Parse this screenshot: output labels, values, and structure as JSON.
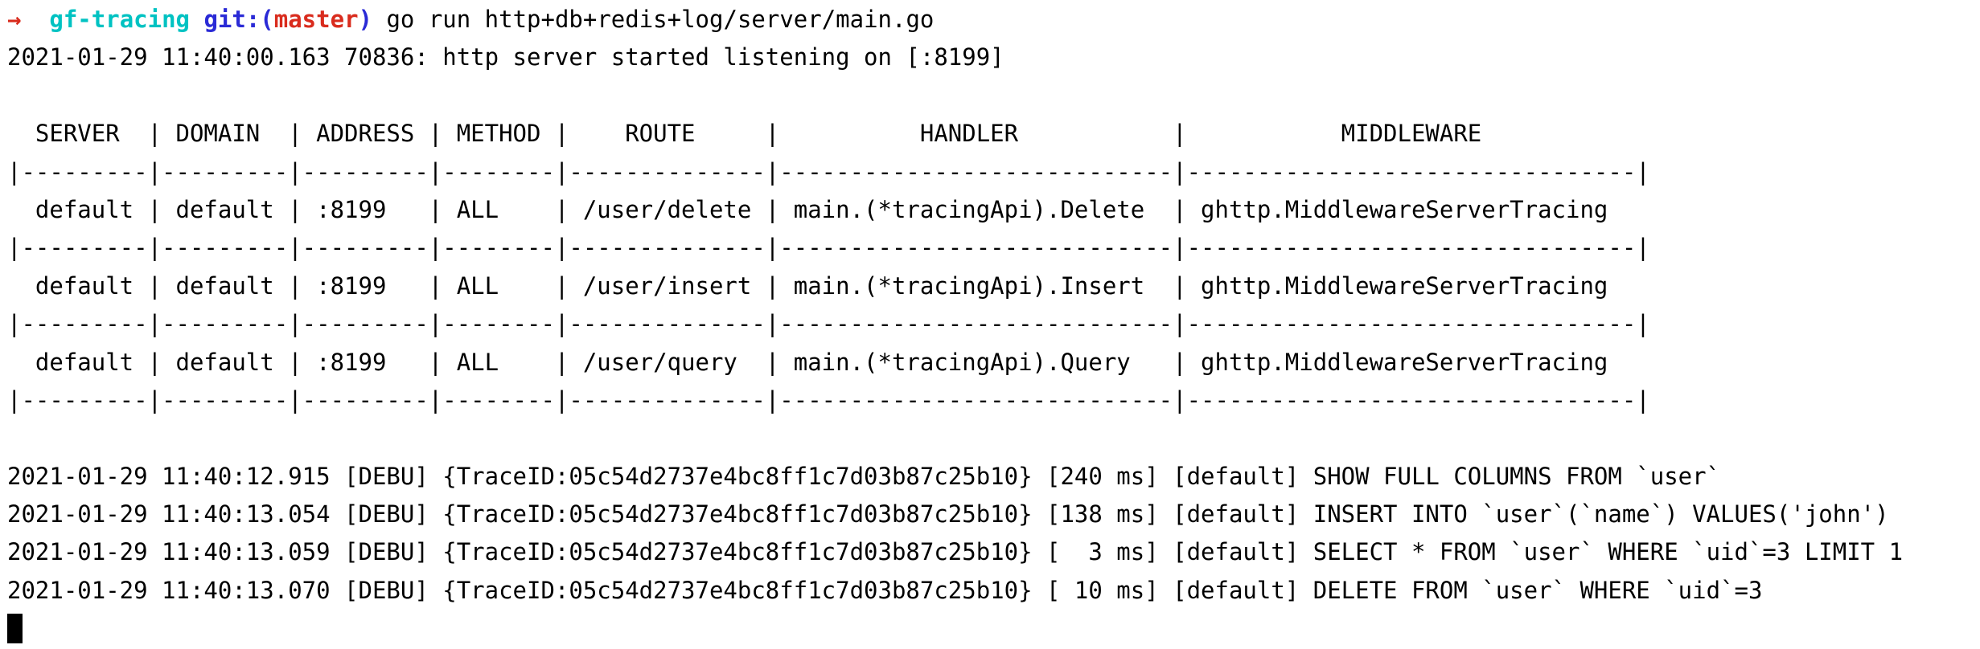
{
  "palette": {
    "background": "#ffffff",
    "foreground": "#000000",
    "ansi_red": "#d92c1e",
    "ansi_cyan": "#00c2c2",
    "ansi_blue": "#2a2ad6"
  },
  "prompt": {
    "arrow": "→  ",
    "cwd": "gf-tracing ",
    "git_prefix": "git:(",
    "git_branch": "master",
    "git_suffix": ") ",
    "command": "go run http+db+redis+log/server/main.go"
  },
  "startup_line": "2021-01-29 11:40:00.163 70836: http server started listening on [:8199]",
  "route_table": {
    "columns": [
      "SERVER",
      "DOMAIN",
      "ADDRESS",
      "METHOD",
      "ROUTE",
      "HANDLER",
      "MIDDLEWARE"
    ],
    "rows": [
      [
        "default",
        "default",
        ":8199",
        "ALL",
        "/user/delete",
        "main.(*tracingApi).Delete",
        "ghttp.MiddlewareServerTracing"
      ],
      [
        "default",
        "default",
        ":8199",
        "ALL",
        "/user/insert",
        "main.(*tracingApi).Insert",
        "ghttp.MiddlewareServerTracing"
      ],
      [
        "default",
        "default",
        ":8199",
        "ALL",
        "/user/query",
        "main.(*tracingApi).Query",
        "ghttp.MiddlewareServerTracing"
      ]
    ],
    "ascii": [
      "  SERVER  | DOMAIN  | ADDRESS | METHOD |    ROUTE     |          HANDLER           |           MIDDLEWARE",
      "|---------|---------|---------|--------|--------------|----------------------------|--------------------------------|",
      "  default | default | :8199   | ALL    | /user/delete | main.(*tracingApi).Delete  | ghttp.MiddlewareServerTracing",
      "|---------|---------|---------|--------|--------------|----------------------------|--------------------------------|",
      "  default | default | :8199   | ALL    | /user/insert | main.(*tracingApi).Insert  | ghttp.MiddlewareServerTracing",
      "|---------|---------|---------|--------|--------------|----------------------------|--------------------------------|",
      "  default | default | :8199   | ALL    | /user/query  | main.(*tracingApi).Query   | ghttp.MiddlewareServerTracing",
      "|---------|---------|---------|--------|--------------|----------------------------|--------------------------------|"
    ]
  },
  "sql_logs": [
    "2021-01-29 11:40:12.915 [DEBU] {TraceID:05c54d2737e4bc8ff1c7d03b87c25b10} [240 ms] [default] SHOW FULL COLUMNS FROM `user`",
    "2021-01-29 11:40:13.054 [DEBU] {TraceID:05c54d2737e4bc8ff1c7d03b87c25b10} [138 ms] [default] INSERT INTO `user`(`name`) VALUES('john')",
    "2021-01-29 11:40:13.059 [DEBU] {TraceID:05c54d2737e4bc8ff1c7d03b87c25b10} [  3 ms] [default] SELECT * FROM `user` WHERE `uid`=3 LIMIT 1",
    "2021-01-29 11:40:13.070 [DEBU] {TraceID:05c54d2737e4bc8ff1c7d03b87c25b10} [ 10 ms] [default] DELETE FROM `user` WHERE `uid`=3"
  ],
  "cursor": {
    "style": "block",
    "visible": true
  }
}
